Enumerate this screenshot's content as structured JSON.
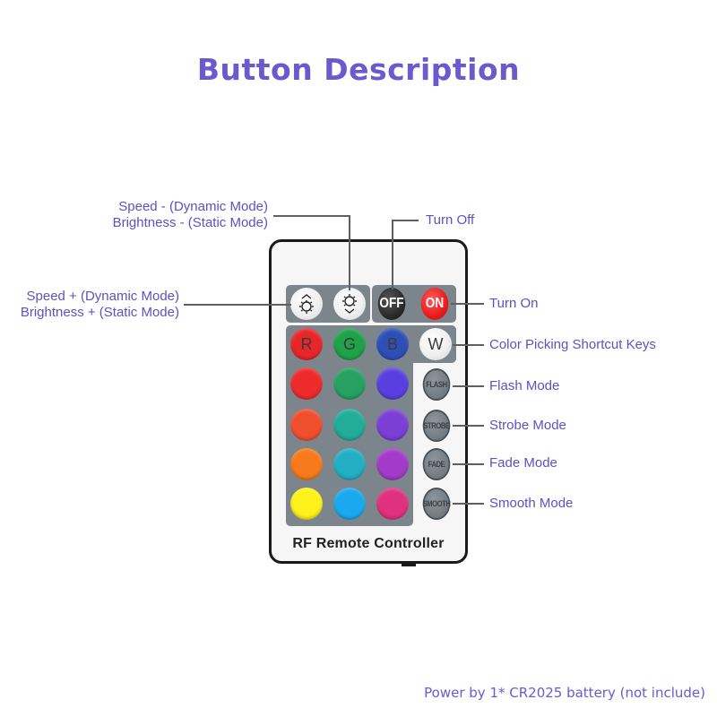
{
  "title": "Button Description",
  "labels": {
    "speed_minus": [
      "Speed - (Dynamic Mode)",
      "Brightness - (Static Mode)"
    ],
    "speed_plus": [
      "Speed + (Dynamic Mode)",
      "Brightness + (Static Mode)"
    ],
    "turn_off": "Turn Off",
    "turn_on": "Turn On",
    "color_shortcut": "Color Picking Shortcut Keys",
    "flash": "Flash Mode",
    "strobe": "Strobe Mode",
    "fade": "Fade Mode",
    "smooth": "Smooth Mode"
  },
  "remote": {
    "brand_label": "RF Remote Controller",
    "top_buttons": {
      "brightness_up_icon": "brightness-up-icon",
      "brightness_down_icon": "brightness-down-icon",
      "off_label": "OFF",
      "on_label": "ON"
    },
    "rgbw": [
      {
        "label": "R",
        "color": "#e8262a"
      },
      {
        "label": "G",
        "color": "#1fa24a"
      },
      {
        "label": "B",
        "color": "#2f4fb8"
      },
      {
        "label": "W",
        "color": "#ffffff"
      }
    ],
    "color_grid": [
      [
        "#ee2b2b",
        "#26a162",
        "#5a3fe0"
      ],
      [
        "#f04f2e",
        "#22ad98",
        "#7b3fd6"
      ],
      [
        "#f77a1c",
        "#22afc4",
        "#a23cc8"
      ],
      [
        "#fff21a",
        "#1aa9ee",
        "#e0317f"
      ]
    ],
    "mode_buttons": [
      "FLASH",
      "STROBE",
      "FADE",
      "SMOOTH"
    ]
  },
  "colors": {
    "label_text": "#5b52c4",
    "title_text": "#6a5acd",
    "panel": "#7d858c"
  },
  "footer": "Power by 1* CR2025 battery (not include)"
}
